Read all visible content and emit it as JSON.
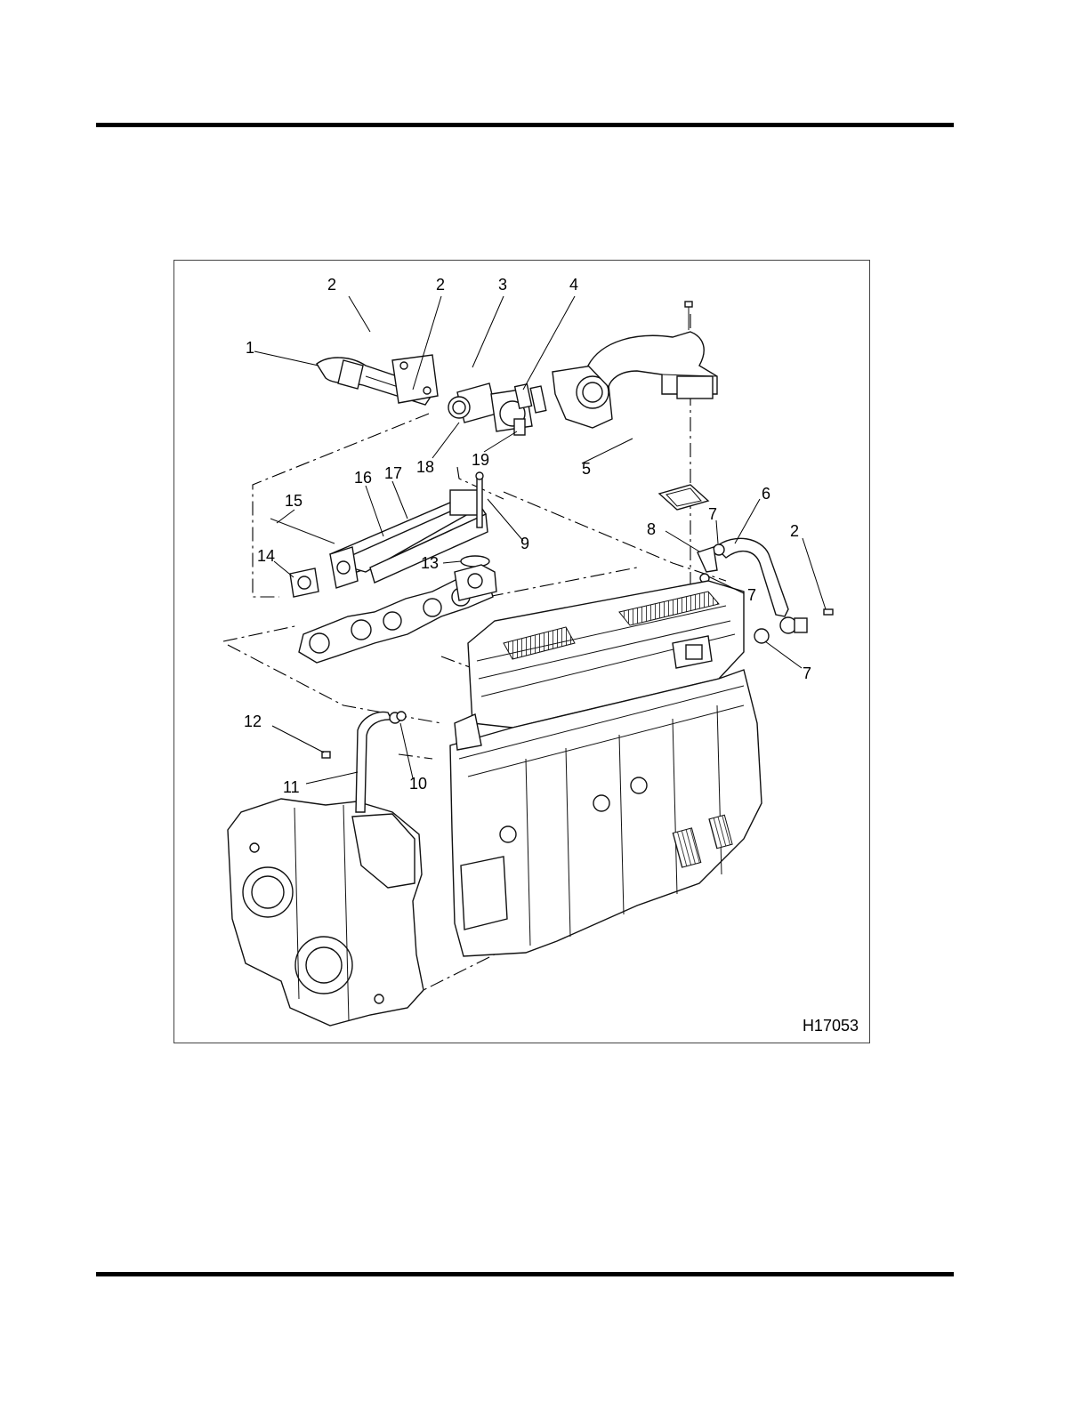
{
  "figure": {
    "id": "H17053",
    "callouts": [
      {
        "key": "c1",
        "label": "1"
      },
      {
        "key": "c2a",
        "label": "2"
      },
      {
        "key": "c2b",
        "label": "2"
      },
      {
        "key": "c3",
        "label": "3"
      },
      {
        "key": "c4",
        "label": "4"
      },
      {
        "key": "c5",
        "label": "5"
      },
      {
        "key": "c6",
        "label": "6"
      },
      {
        "key": "c7a",
        "label": "7"
      },
      {
        "key": "c8",
        "label": "8"
      },
      {
        "key": "c2c",
        "label": "2"
      },
      {
        "key": "c7b",
        "label": "7"
      },
      {
        "key": "c7c",
        "label": "7"
      },
      {
        "key": "c9",
        "label": "9"
      },
      {
        "key": "c10",
        "label": "10"
      },
      {
        "key": "c11",
        "label": "11"
      },
      {
        "key": "c12",
        "label": "12"
      },
      {
        "key": "c13",
        "label": "13"
      },
      {
        "key": "c14",
        "label": "14"
      },
      {
        "key": "c15",
        "label": "15"
      },
      {
        "key": "c16",
        "label": "16"
      },
      {
        "key": "c17",
        "label": "17"
      },
      {
        "key": "c18",
        "label": "18"
      },
      {
        "key": "c19",
        "label": "19"
      }
    ]
  }
}
